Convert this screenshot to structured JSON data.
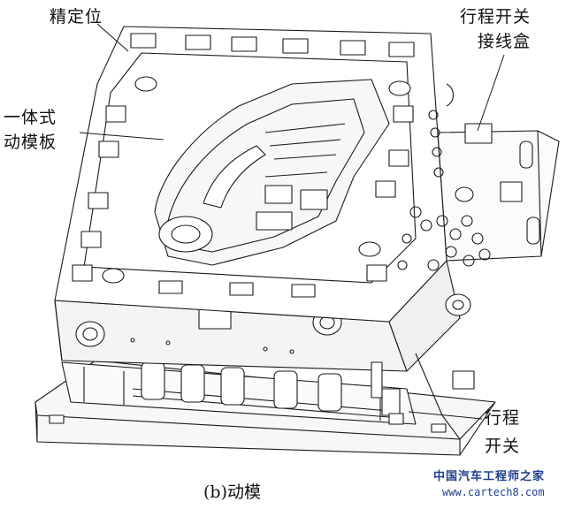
{
  "labels": {
    "precise_positioning": "精定位",
    "integrated_moving_plate_line1": "一体式",
    "integrated_moving_plate_line2": "动模板",
    "limit_switch_box_line1": "行程开关",
    "limit_switch_box_line2": "接线盒",
    "limit_switch_line1": "行程",
    "limit_switch_line2": "开关"
  },
  "caption": "(b)动模",
  "watermark": {
    "site_name": "中国汽车工程师之家",
    "url": "www.cartech8.com"
  },
  "colors": {
    "line": "#1a1a1a",
    "watermark": "#1f3f8f"
  }
}
